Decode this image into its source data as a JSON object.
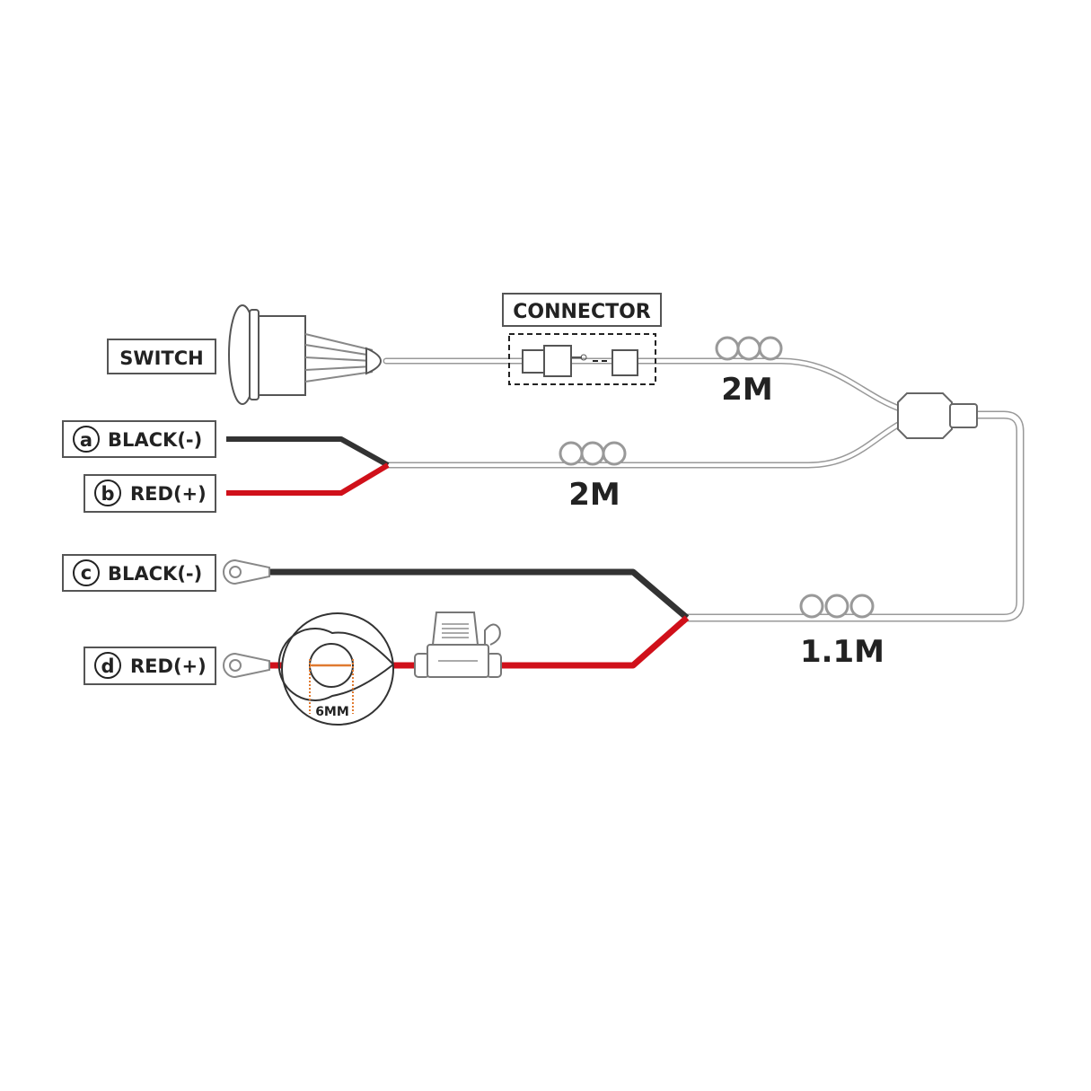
{
  "labels": {
    "switch": "SWITCH",
    "connector": "CONNECTOR",
    "a": {
      "letter": "a",
      "text": "BLACK(-)"
    },
    "b": {
      "letter": "b",
      "text": "RED(+)"
    },
    "c": {
      "letter": "c",
      "text": "BLACK(-)"
    },
    "d": {
      "letter": "d",
      "text": "RED(+)"
    },
    "len_switch": "2M",
    "len_wire": "2M",
    "len_main": "1.1M",
    "ring_size": "6MM"
  },
  "colors": {
    "black_wire": "#333333",
    "red_wire": "#d0101a",
    "dimension": "#e07a30"
  }
}
